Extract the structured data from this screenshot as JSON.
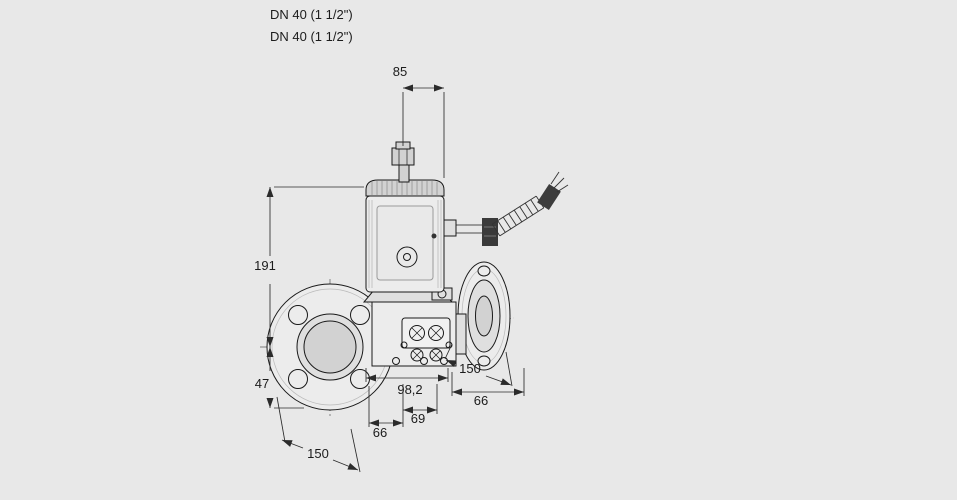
{
  "colors": {
    "background": "#e8e8e8",
    "line_color": "#1a1a1a",
    "dark_fill": "#3a3a3a"
  },
  "header": {
    "connection_labels": [
      "DN 40 (1 1/2\")",
      "DN 40 (1 1/2\")"
    ]
  },
  "drawing": {
    "subject": "flanged gas solenoid valve - dimensional drawing",
    "dimensions": {
      "actuator_width": "85",
      "height_above_axis": "191",
      "height_below_axis": "47",
      "left_flange_diameter": "150",
      "left_span": "66",
      "center_span": "69",
      "body_length": "98,2",
      "right_flange_diameter": "150",
      "right_span": "66"
    }
  }
}
